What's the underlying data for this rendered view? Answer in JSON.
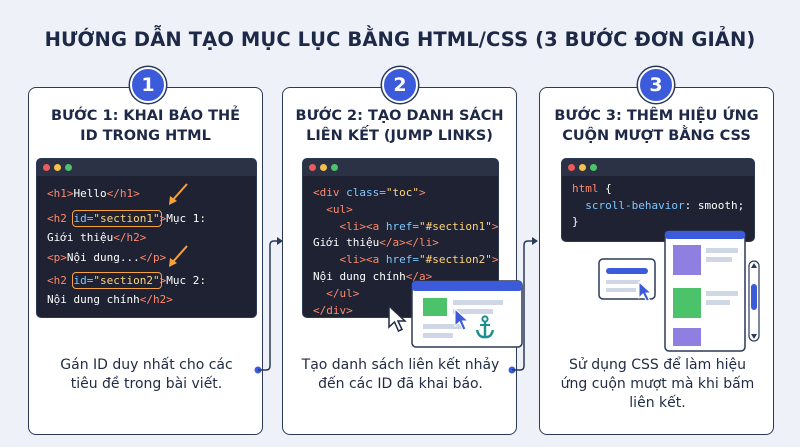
{
  "title": "HƯỚNG DẪN TẠO MỤC LỤC BẰNG HTML/CSS (3 BƯỚC ĐƠN GIẢN)",
  "steps": [
    {
      "number": "1",
      "title_line1": "BƯỚC 1: KHAI BÁO THẺ",
      "title_line2": "ID TRONG HTML",
      "desc_line1": "Gán ID duy nhất cho các",
      "desc_line2": "tiêu đề trong bài viết.",
      "desc_line3": ""
    },
    {
      "number": "2",
      "title_line1": "BƯỚC 2: TẠO DANH SÁCH",
      "title_line2": "LIÊN KẾT (JUMP LINKS)",
      "desc_line1": "Tạo danh sách liên kết nhảy",
      "desc_line2": "đến các ID đã khai báo.",
      "desc_line3": ""
    },
    {
      "number": "3",
      "title_line1": "BƯỚC 3: THÊM HIỆU ỨNG",
      "title_line2": "CUỘN MƯỢT BẰNG CSS",
      "desc_line1": "Sử dụng CSS để làm hiệu",
      "desc_line2": "ứng cuộn mượt mà khi bấm",
      "desc_line3": "liên kết."
    }
  ],
  "code1": {
    "l1_open": "<h1>",
    "l1_text": "Hello",
    "l1_close": "</h1>",
    "l2_open": "<h2 ",
    "l2_attr": "id=",
    "l2_val": "\"section1\"",
    "l2_close": ">",
    "l2_text": "Mục 1:",
    "l3_text": "Giới thiệu",
    "l3_close": "</h2>",
    "l4_open": "<p>",
    "l4_text": "Nội dung...",
    "l4_close": "</p>",
    "l5_open": "<h2 ",
    "l5_attr": "id=",
    "l5_val": "\"section2\"",
    "l5_close": ">",
    "l5_text": "Mục 2:",
    "l6_text": "Nội dung chính",
    "l6_close": "</h2>"
  },
  "code2": {
    "l1_open": "<div ",
    "l1_attr": "class=",
    "l1_val": "\"toc\"",
    "l1_close": ">",
    "l2": "<ul>",
    "l3_open": "<li><a ",
    "l3_attr": "href=",
    "l3_val": "\"#section1\"",
    "l3_close": ">",
    "l4_text": "Giới thiệu",
    "l4_close": "</a></li>",
    "l5_open": "<li><a ",
    "l5_attr": "href=",
    "l5_val": "\"#section2\"",
    "l5_close": ">",
    "l6_text": "Nội dung chính",
    "l6_close": "</a>",
    "l7": "</ul>",
    "l8": "</div>"
  },
  "code3": {
    "l1_sel": "html",
    "l1_brace": " {",
    "l2_prop": "scroll-behavior",
    "l2_colon": ": ",
    "l2_val": "smooth",
    "l2_semi": ";",
    "l3": "}"
  },
  "colors": {
    "accent": "#3b5bdb",
    "highlight": "#f7a23b",
    "panel_purple": "#8f7fe0",
    "panel_green": "#4cc26a",
    "anchor_teal": "#1a8f8f"
  }
}
